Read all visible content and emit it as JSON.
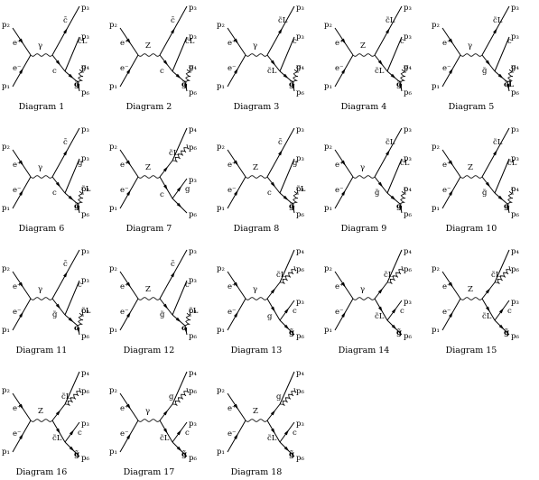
{
  "figure": {
    "diagrams": [
      {
        "caption": "Diagram 1",
        "boson": "γ",
        "kind": "A",
        "labels": {
          "a": "c̄",
          "b": "c",
          "c": "c̃L",
          "d": "g",
          "e": "g̃"
        },
        "ext": {
          "p1": "p₁",
          "p2": "p₂",
          "p3": "p₃",
          "p4": "p₄",
          "p6": "p₆",
          "ebar": "e⁺",
          "e": "e⁻"
        }
      },
      {
        "caption": "Diagram 2",
        "boson": "Z",
        "kind": "A",
        "labels": {
          "a": "c̄",
          "b": "c",
          "c": "c̃L",
          "d": "g",
          "e": "g̃"
        },
        "ext": {
          "p1": "p₁",
          "p2": "p₂",
          "p3": "p₃",
          "p4": "p₄",
          "p6": "p₆",
          "ebar": "e⁺",
          "e": "e⁻"
        }
      },
      {
        "caption": "Diagram 3",
        "boson": "γ",
        "kind": "B",
        "labels": {
          "a": "c̃L",
          "b": "c̃L",
          "c": "c",
          "d": "g",
          "e": "g̃"
        },
        "ext": {
          "p1": "p₁",
          "p2": "p₂",
          "p3": "p₃",
          "p4": "p₄",
          "p6": "p₆",
          "ebar": "e⁺",
          "e": "e⁻"
        }
      },
      {
        "caption": "Diagram 4",
        "boson": "Z",
        "kind": "B",
        "labels": {
          "a": "c̃L",
          "b": "c̃L",
          "c": "c",
          "d": "g",
          "e": "g̃"
        },
        "ext": {
          "p1": "p₁",
          "p2": "p₂",
          "p3": "p₃",
          "p4": "p₄",
          "p6": "p₆",
          "ebar": "e⁺",
          "e": "e⁻"
        }
      },
      {
        "caption": "Diagram 5",
        "boson": "γ",
        "kind": "C",
        "labels": {
          "a": "c̃L",
          "b": "g̃",
          "c": "c",
          "d": "g",
          "e": "c̃L"
        },
        "ext": {
          "p1": "p₁",
          "p2": "p₂",
          "p3": "p₃",
          "p4": "p₄",
          "p6": "p₆",
          "ebar": "e⁺",
          "e": "e⁻"
        }
      },
      {
        "caption": "Diagram 6",
        "boson": "γ",
        "kind": "D",
        "labels": {
          "a": "c̄",
          "b": "c",
          "c": "g",
          "d": "c̃L",
          "e": "g̃"
        },
        "ext": {
          "p1": "p₁",
          "p2": "p₂",
          "p3": "p₃",
          "p4": "p₄",
          "p6": "p₆",
          "ebar": "e⁺",
          "e": "e⁻"
        }
      },
      {
        "caption": "Diagram 7",
        "boson": "Z",
        "kind": "E",
        "labels": {
          "a": "c̃L",
          "b": "g̃",
          "c": "c",
          "d": "g",
          "e": ""
        },
        "ext": {
          "p1": "p₁",
          "p2": "p₂",
          "p3": "p₃",
          "p4": "p₄",
          "p6": "p₆",
          "ebar": "e⁺",
          "e": "e⁻"
        }
      },
      {
        "caption": "Diagram 8",
        "boson": "Z",
        "kind": "D",
        "labels": {
          "a": "c̄",
          "b": "c",
          "c": "g",
          "d": "c̃L",
          "e": "g̃"
        },
        "ext": {
          "p1": "p₁",
          "p2": "p₂",
          "p3": "p₃",
          "p4": "p₄",
          "p6": "p₆",
          "ebar": "e⁺",
          "e": "e⁻"
        }
      },
      {
        "caption": "Diagram 9",
        "boson": "γ",
        "kind": "F",
        "labels": {
          "a": "c̃L",
          "b": "g̃",
          "c": "c̃L",
          "d": "c",
          "e": "g"
        },
        "ext": {
          "p1": "p₁",
          "p2": "p₂",
          "p3": "p₃",
          "p4": "p₄",
          "p6": "p₆",
          "ebar": "e⁺",
          "e": "e⁻"
        }
      },
      {
        "caption": "Diagram 10",
        "boson": "Z",
        "kind": "F",
        "labels": {
          "a": "c̃L",
          "b": "g̃",
          "c": "c̃L",
          "d": "c",
          "e": "g"
        },
        "ext": {
          "p1": "p₁",
          "p2": "p₂",
          "p3": "p₃",
          "p4": "p₄",
          "p6": "p₆",
          "ebar": "e⁺",
          "e": "e⁻"
        }
      },
      {
        "caption": "Diagram 11",
        "boson": "γ",
        "kind": "G",
        "labels": {
          "a": "c̄",
          "b": "g̃",
          "c": "c",
          "d": "c̃L",
          "e": "c"
        },
        "ext": {
          "p1": "p₁",
          "p2": "p₂",
          "p3": "p₃",
          "p4": "p₄",
          "p6": "p₆",
          "ebar": "e⁺",
          "e": "e⁻"
        }
      },
      {
        "caption": "Diagram 12",
        "boson": "Z",
        "kind": "G",
        "labels": {
          "a": "c̄",
          "b": "g̃",
          "c": "c",
          "d": "c̃L",
          "e": "c"
        },
        "ext": {
          "p1": "p₁",
          "p2": "p₂",
          "p3": "p₃",
          "p4": "p₄",
          "p6": "p₆",
          "ebar": "e⁺",
          "e": "e⁻"
        }
      },
      {
        "caption": "Diagram 13",
        "boson": "γ",
        "kind": "H",
        "labels": {
          "a": "c̃L",
          "b": "c̃L",
          "c": "g",
          "d": "c",
          "e": "g̃"
        },
        "ext": {
          "p1": "p₁",
          "p2": "p₂",
          "p3": "p₃",
          "p4": "p₄",
          "p6": "p₆",
          "ebar": "e⁺",
          "e": "e⁻"
        }
      },
      {
        "caption": "Diagram 14",
        "boson": "γ",
        "kind": "I",
        "labels": {
          "a": "c̃L",
          "b": "g",
          "c": "c̃L",
          "d": "c",
          "e": "g̃"
        },
        "ext": {
          "p1": "p₁",
          "p2": "p₂",
          "p3": "p₃",
          "p4": "p₄",
          "p6": "p₆",
          "ebar": "e⁺",
          "e": "e⁻"
        }
      },
      {
        "caption": "Diagram 15",
        "boson": "Z",
        "kind": "H",
        "labels": {
          "a": "c̃L",
          "b": "g̃",
          "c": "c̃L",
          "d": "c",
          "e": "g̃"
        },
        "ext": {
          "p1": "p₁",
          "p2": "p₂",
          "p3": "p₃",
          "p4": "p₄",
          "p6": "p₆",
          "ebar": "e⁺",
          "e": "e⁻"
        }
      },
      {
        "caption": "Diagram 16",
        "boson": "Z",
        "kind": "I",
        "labels": {
          "a": "c̃L",
          "b": "g",
          "c": "c̃L",
          "d": "c",
          "e": "g̃"
        },
        "ext": {
          "p1": "p₁",
          "p2": "p₂",
          "p3": "p₃",
          "p4": "p₄",
          "p6": "p₆",
          "ebar": "e⁺",
          "e": "e⁻"
        }
      },
      {
        "caption": "Diagram 17",
        "boson": "γ",
        "kind": "J",
        "labels": {
          "a": "g",
          "b": "c̃L",
          "c": "c̃L",
          "d": "c",
          "e": "g̃"
        },
        "ext": {
          "p1": "p₁",
          "p2": "p₂",
          "p3": "p₃",
          "p4": "p₄",
          "p6": "p₆",
          "ebar": "e⁺",
          "e": "e⁻"
        }
      },
      {
        "caption": "Diagram 18",
        "boson": "Z",
        "kind": "J",
        "labels": {
          "a": "g",
          "b": "c̃L",
          "c": "c̃L",
          "d": "c",
          "e": "g̃"
        },
        "ext": {
          "p1": "p₁",
          "p2": "p₂",
          "p3": "p₃",
          "p4": "p₄",
          "p6": "p₆",
          "ebar": "e⁺",
          "e": "e⁻"
        }
      }
    ]
  }
}
